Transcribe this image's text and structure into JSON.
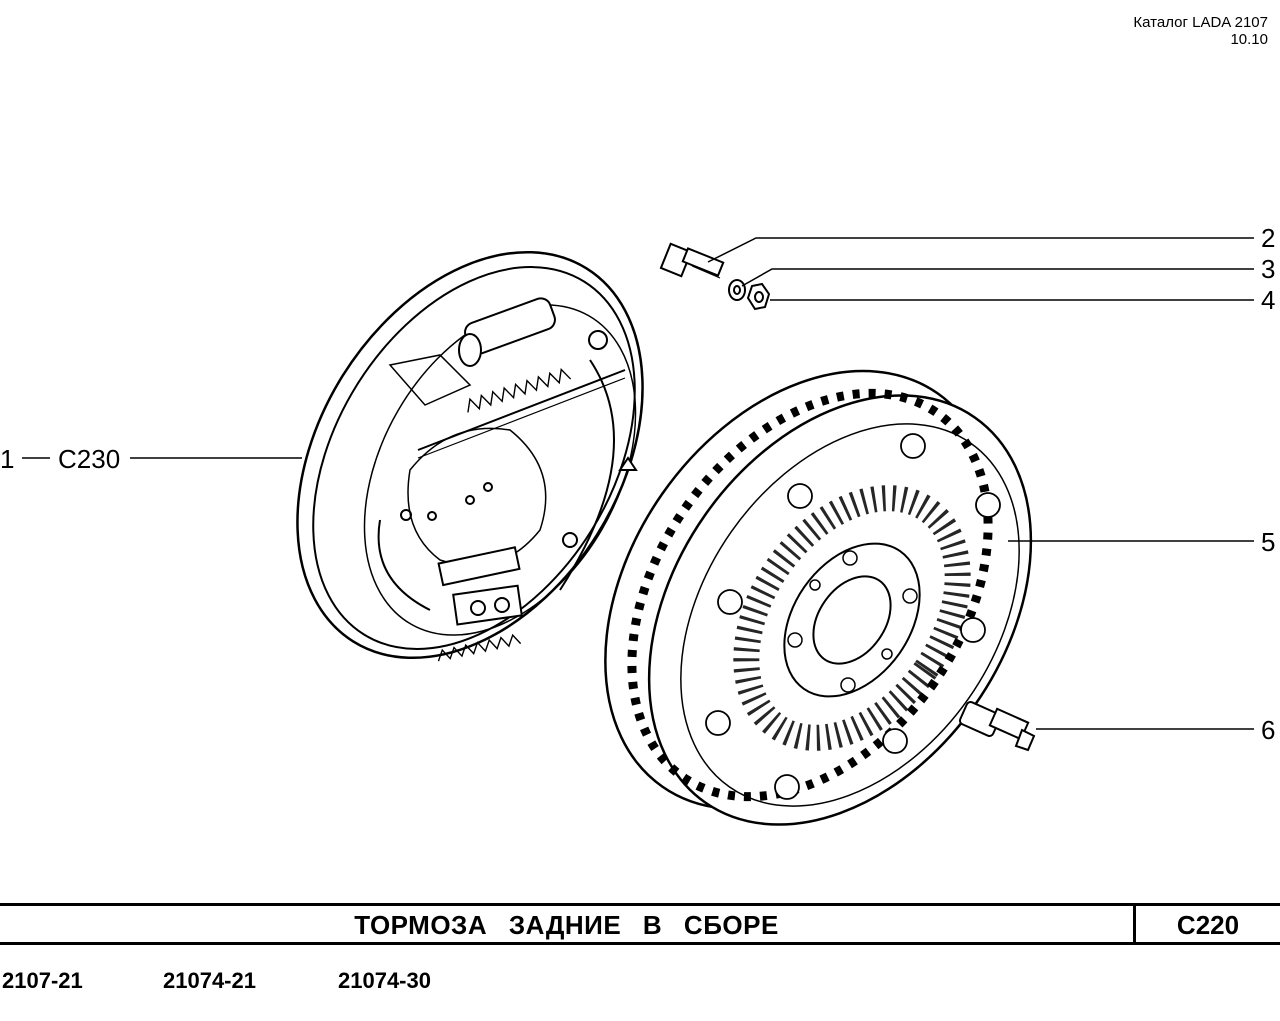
{
  "header": {
    "catalog": "Каталог LADA 2107",
    "page": "10.10"
  },
  "callouts": [
    {
      "number": "1",
      "reference": "C230"
    },
    {
      "number": "2"
    },
    {
      "number": "3"
    },
    {
      "number": "4"
    },
    {
      "number": "5"
    },
    {
      "number": "6"
    }
  ],
  "title_block": {
    "title": "ТОРМОЗА ЗАДНИЕ В СБОРЕ",
    "code": "C220"
  },
  "models": [
    "2107-21",
    "21074-21",
    "21074-30"
  ]
}
